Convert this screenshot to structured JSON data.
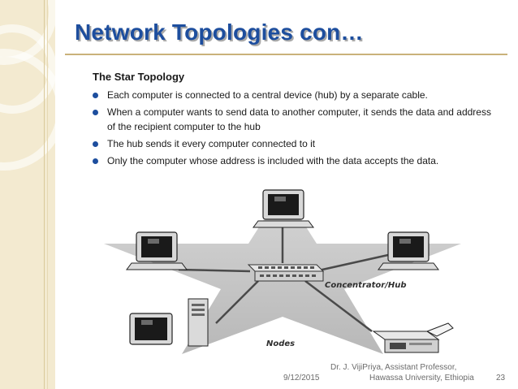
{
  "slide": {
    "title": "Network Topologies con…",
    "subtitle": "The Star Topology",
    "bullets": [
      "Each computer  is connected to a central device (hub) by a separate cable.",
      "When a computer wants to send data to another computer, it sends the data and address of the recipient computer to the hub",
      "The hub sends it  every computer connected to it",
      "Only the computer whose address is included with the data accepts the data."
    ]
  },
  "diagram": {
    "hub_label": "Concentrator/Hub",
    "nodes_label": "Nodes"
  },
  "footer": {
    "date": "9/12/2015",
    "author_line1": "Dr. J. VijiPriya, Assistant Professor,",
    "author_line2": "Hawassa University, Ethiopia",
    "page": "23"
  },
  "colors": {
    "title": "#1d4e9e",
    "sidebar": "#f3ead0",
    "star": "#c9c9c9"
  }
}
